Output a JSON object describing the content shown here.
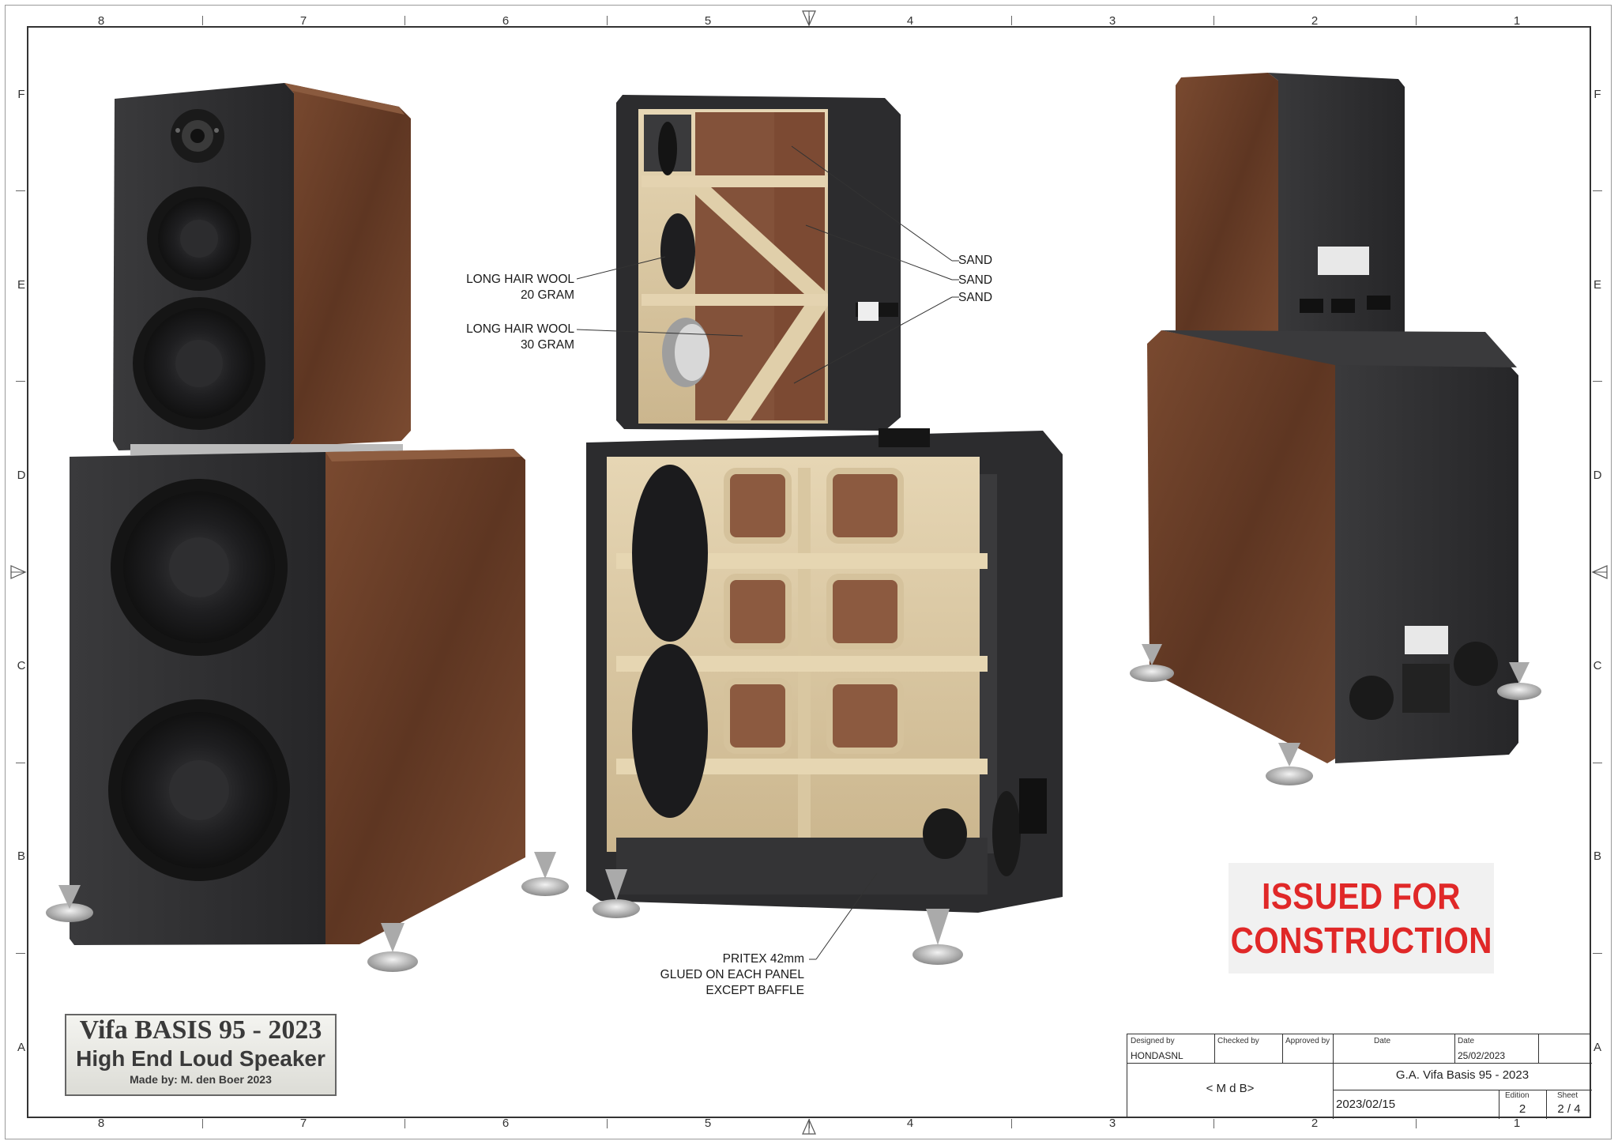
{
  "zones": {
    "columns": [
      "8",
      "7",
      "6",
      "5",
      "4",
      "3",
      "2",
      "1"
    ],
    "rows": [
      "F",
      "E",
      "D",
      "C",
      "B",
      "A"
    ]
  },
  "annotations": {
    "sand_1": "SAND",
    "sand_2": "SAND",
    "sand_3": "SAND",
    "wool_20_line1": "LONG HAIR WOOL",
    "wool_20_line2": "20 GRAM",
    "wool_30_line1": "LONG HAIR WOOL",
    "wool_30_line2": "30 GRAM",
    "pritex_line1": "PRITEX 42mm",
    "pritex_line2": "GLUED ON EACH PANEL",
    "pritex_line3": "EXCEPT BAFFLE"
  },
  "stamp": {
    "line1": "ISSUED FOR",
    "line2": "CONSTRUCTION",
    "color": "#e02828"
  },
  "nameplate": {
    "title": "Vifa BASIS 95 - 2023",
    "subtitle": "High End Loud Speaker",
    "maker": "Made by: M. den Boer 2023"
  },
  "title_block": {
    "designed_by_label": "Designed by",
    "designed_by": "HONDASNL",
    "checked_by_label": "Checked by",
    "approved_by_label": "Approved by",
    "date_label_1": "Date",
    "date_label_2": "Date",
    "approval_date": "25/02/2023",
    "company": "< M d B>",
    "drawing_title": "G.A. Vifa Basis 95 - 2023",
    "drawing_date": "2023/02/15",
    "edition_label": "Edition",
    "edition": "2",
    "sheet_label": "Sheet",
    "sheet": "2 / 4"
  },
  "colors": {
    "wood": "#6e3f28",
    "cabinet": "#2f2f31",
    "internal_panels": "#ddcba8"
  }
}
